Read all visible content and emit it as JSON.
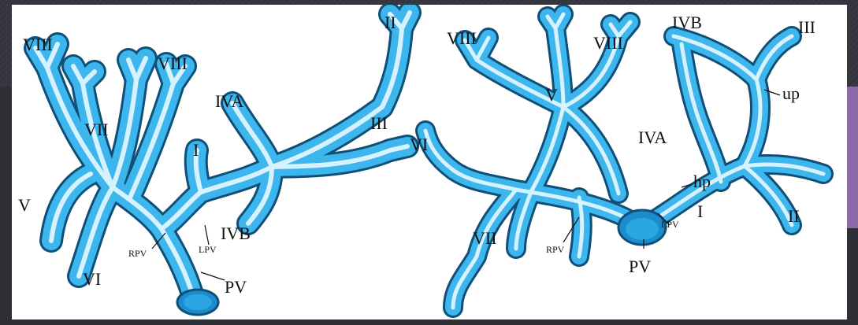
{
  "left_diagram": {
    "labels": {
      "viii_a": "VIII",
      "viii_b": "VIII",
      "vii": "VII",
      "v": "V",
      "vi": "VI",
      "i": "I",
      "iva": "IVA",
      "ivb": "IVB",
      "ii": "II",
      "iii": "III",
      "rpv": "RPV",
      "lpv": "LPV",
      "pv": "PV"
    }
  },
  "right_diagram": {
    "labels": {
      "viii_a": "VIII",
      "viii_b": "VIII",
      "v": "V",
      "vi": "VI",
      "vii": "VII",
      "ivb": "IVB",
      "iva": "IVA",
      "iii": "III",
      "up": "up",
      "hp": "hp",
      "i": "I",
      "ii": "II",
      "rpv": "RPV",
      "lpv": "LPV",
      "pv": "PV"
    }
  },
  "colors": {
    "vessel_fill": "#3cb6ec",
    "vessel_outline": "#0f4f78",
    "vessel_highlight": "#d6f2ff",
    "slide_background": "#2b2b31",
    "accent": "#8d6aa8"
  }
}
